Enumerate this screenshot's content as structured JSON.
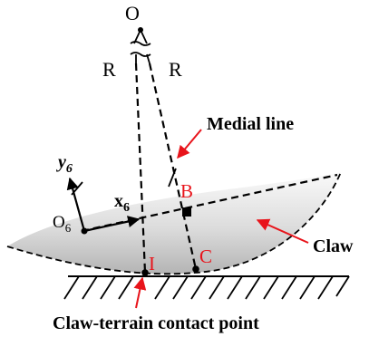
{
  "labels": {
    "origin_top": "O",
    "radius_left": "R",
    "radius_right": "R",
    "medial_line": "Medial line",
    "y_axis": "y",
    "y_axis_sub": "6",
    "x_axis": "x",
    "x_axis_sub": "6",
    "origin_frame": "O",
    "origin_frame_sub": "6",
    "point_b": "B",
    "point_c": "C",
    "point_i": "I",
    "claw": "Claw",
    "contact_point": "Claw-terrain contact point"
  },
  "colors": {
    "annotation": "#e8141b",
    "line": "#000000",
    "claw_fill_light": "#f7f7f7",
    "claw_fill_dark": "#b8b8b8"
  }
}
